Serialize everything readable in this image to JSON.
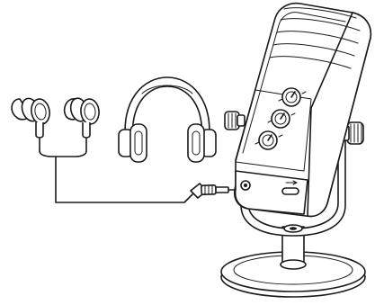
{
  "diagram": {
    "components": [
      {
        "id": "earphones",
        "name": "earphones-icon"
      },
      {
        "id": "headphones",
        "name": "headphones-icon"
      },
      {
        "id": "microphone",
        "name": "microphone-icon"
      },
      {
        "id": "stand",
        "name": "stand-icon"
      },
      {
        "id": "cable",
        "name": "audio-cable-icon"
      },
      {
        "id": "jack",
        "name": "headphone-jack-port"
      },
      {
        "id": "usb",
        "name": "usb-c-port"
      }
    ],
    "colors": {
      "line": "#1a1a1a",
      "background": "#ffffff"
    }
  }
}
